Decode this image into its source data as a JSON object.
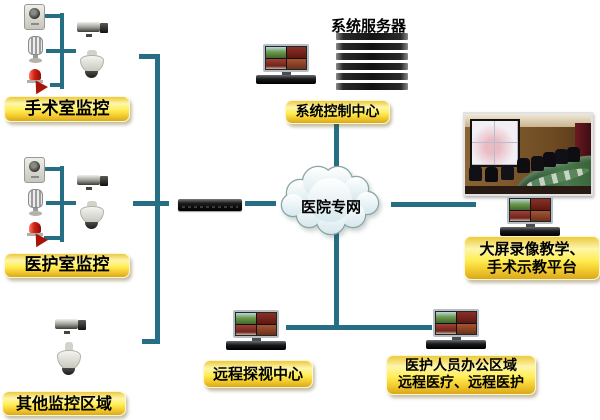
{
  "diagram_title": "hospital-private-network-monitoring-topology",
  "cloud": {
    "label": "医院专网"
  },
  "server": {
    "label": "系统服务器"
  },
  "groups": {
    "operating_room": {
      "label": "手术室监控"
    },
    "nursing_room": {
      "label": "医护室监控"
    },
    "other_areas": {
      "label": "其他监控区域"
    },
    "control_center": {
      "label": "系统控制中心"
    },
    "remote_visit": {
      "label": "远程探视中心"
    },
    "teaching": {
      "line1": "大屏录像教学、",
      "line2": "手术示教平台"
    },
    "office": {
      "line1": "医护人员办公区域",
      "line2": "远程医疗、远程医护"
    }
  },
  "icons": {
    "cube_camera": "css-shape",
    "microphone": "css-shape",
    "alarm_beacon": "css-shape",
    "box_camera": "css-shape",
    "dome_camera": "css-shape",
    "workstation_monitor": "css-shape",
    "server_stack": "css-shape",
    "network_switch": "css-shape",
    "network_cloud": "svg-shape",
    "conference_room_photo": "css-collage"
  },
  "colors": {
    "background": "#ffffff",
    "connector": "#266e84",
    "label_gradient_top": "#edc93e",
    "label_gradient_mid": "#fff6a0",
    "label_gradient_bottom": "#d9a81c",
    "label_text": "#000000",
    "cloud_fill": "#e7f1f4",
    "cloud_border": "#8aa5a3",
    "server_title_text": "#000000"
  }
}
